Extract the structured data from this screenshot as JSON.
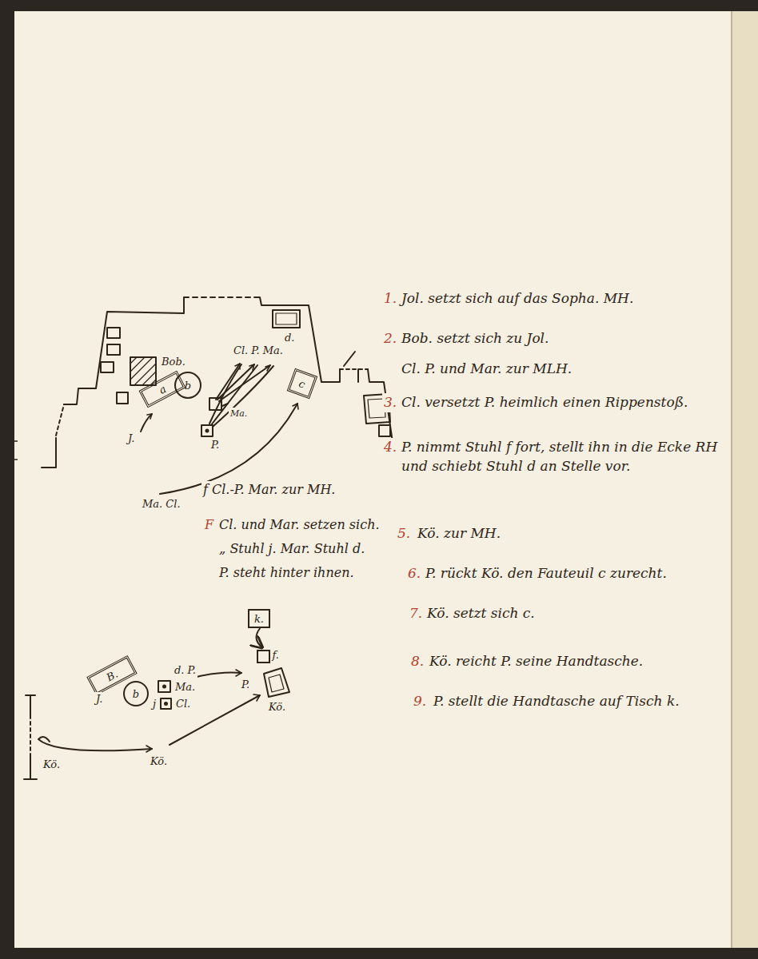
{
  "diagram": {
    "nodes": [
      {
        "text": [
          "a"
        ]
      },
      {
        "text": [
          "b"
        ]
      },
      {
        "text": [
          "c"
        ]
      },
      {
        "text": [
          "B."
        ]
      },
      {
        "text": [
          "b"
        ]
      },
      {
        "text": [
          "k."
        ]
      },
      {
        "text": [
          "f."
        ]
      }
    ],
    "edges": [
      {
        "from": 5,
        "to": 6,
        "arrow": "to"
      }
    ],
    "labels": [
      "1.",
      "Jol. setzt sich auf das Sopha. MH.",
      "2.",
      "Bob. setzt sich zu Jol.",
      "Cl. P. und Mar. zur MLH.",
      "3.",
      "Cl. versetzt P. heimlich einen Rippenstoß.",
      "4.",
      "P. nimmt Stuhl f fort, stellt ihn in die Ecke RH und schiebt Stuhl d an Stelle vor.",
      "5.",
      "Kö. zur MH.",
      "6.",
      "P. rückt Kö. den Fauteuil c zurecht.",
      "7.",
      "Kö. setzt sich c.",
      "8.",
      "Kö. reicht P. seine Handtasche.",
      "9.",
      "P. stellt die Handtasche auf Tisch k.",
      "f Cl.-P. Mar. zur MH.",
      "F",
      "Cl. und Mar. setzen sich.",
      "„ Stuhl j. Mar. Stuhl d.",
      "P. steht hinter ihnen.",
      "Bob.",
      "J.",
      "Cl. P. Ma.",
      "d.",
      "Ma.",
      "P.",
      "Ma. Cl.",
      "J.",
      "d. P.",
      "Ma.",
      "j",
      "Cl.",
      "P.",
      "Kö.",
      "Kö.",
      "Kö."
    ]
  }
}
